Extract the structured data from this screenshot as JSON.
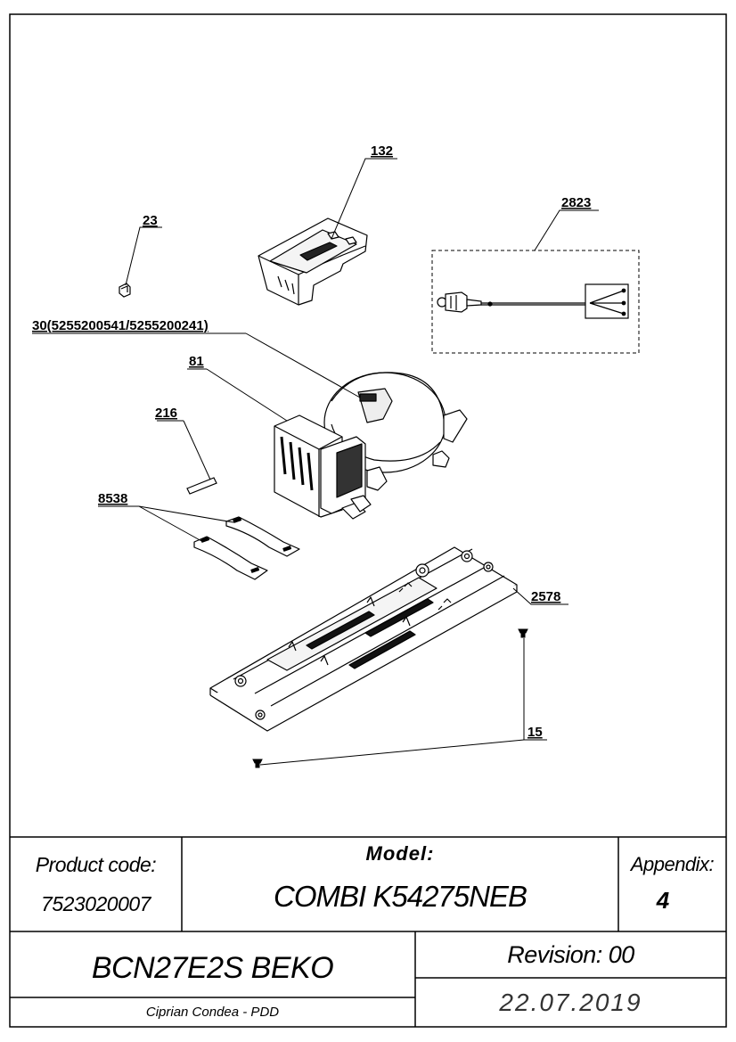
{
  "callouts": {
    "c132": "132",
    "c2823": "2823",
    "c23": "23",
    "c30": "30(5255200541/5255200241)",
    "c81": "81",
    "c216": "216",
    "c8538": "8538",
    "c2578": "2578",
    "c15": "15"
  },
  "title_block": {
    "product_code_label": "Product code:",
    "product_code": "7523020007",
    "model_label": "Model:",
    "model": "COMBI K54275NEB",
    "appendix_label": "Appendix:",
    "appendix": "4",
    "brand_code": "BCN27E2S BEKO",
    "revision": "Revision: 00",
    "author": "Ciprian Condea - PDD",
    "date": "22.07.2019"
  }
}
